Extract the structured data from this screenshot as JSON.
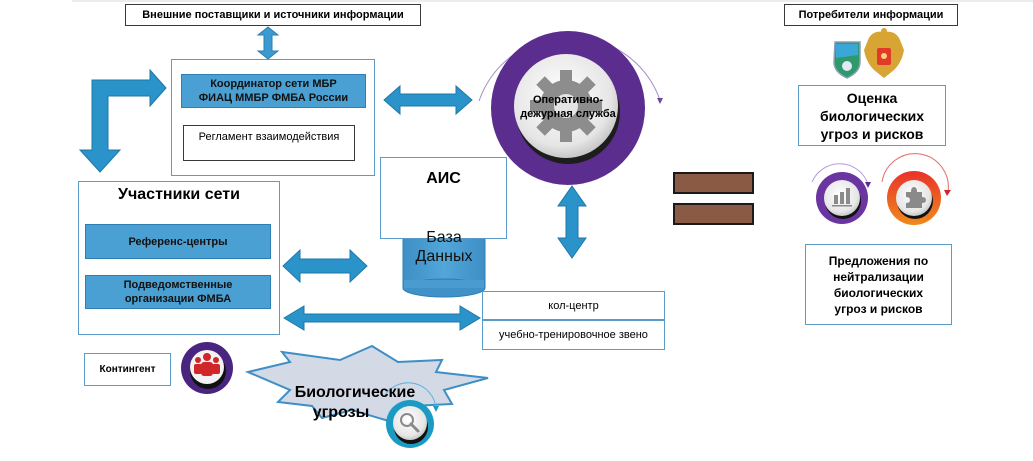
{
  "diagram": {
    "external_sources_label": "Внешние поставщики и источники информации",
    "consumers_label": "Потребители информации",
    "coordinator": {
      "line1": "Координатор сети МБР",
      "line2": "ФИАЦ ММБР ФМБА России"
    },
    "regulation_label": "Регламент взаимодействия",
    "operational_service": {
      "line1": "Оперативно-",
      "line2": "дежурная служба"
    },
    "network_participants": {
      "title": "Участники сети",
      "items": [
        {
          "label": "Референс-центры"
        },
        {
          "line1": "Подведомственные",
          "line2": "организации ФМБА"
        }
      ]
    },
    "ais": {
      "title": "АИС",
      "database_line1": "База",
      "database_line2": "Данных"
    },
    "call_center_label": "кол-центр",
    "training_unit_label": "учебно-тренировочное звено",
    "contingent_label": "Контингент",
    "bio_threats": {
      "line1": "Биологические",
      "line2": "угрозы"
    },
    "assessment": {
      "line1": "Оценка",
      "line2": "биологических",
      "line3": "угроз и рисков"
    },
    "proposals": {
      "line1": "Предложения по",
      "line2": "нейтрализации",
      "line3": "биологических",
      "line4": "угроз и рисков"
    },
    "icons": {
      "gear": "gear-icon",
      "people": "people-icon",
      "magnifier": "magnifier-icon",
      "bar_chart": "bar-chart-icon",
      "puzzle": "puzzle-icon",
      "emblem_left": "agency-shield-emblem",
      "emblem_right": "double-headed-eagle-emblem",
      "database": "database-cylinder-icon"
    },
    "colors": {
      "arrow_blue": "#2a93c9",
      "box_blue": "#4aa0d2",
      "frame_blue": "#5b9bc8",
      "purple_ring": "#5b2d8e",
      "orange_ring": "#e2541c",
      "teal_ring": "#1b9bc4",
      "equals_brown": "#8b5a45",
      "threat_shape": "#d4d9e6"
    }
  }
}
